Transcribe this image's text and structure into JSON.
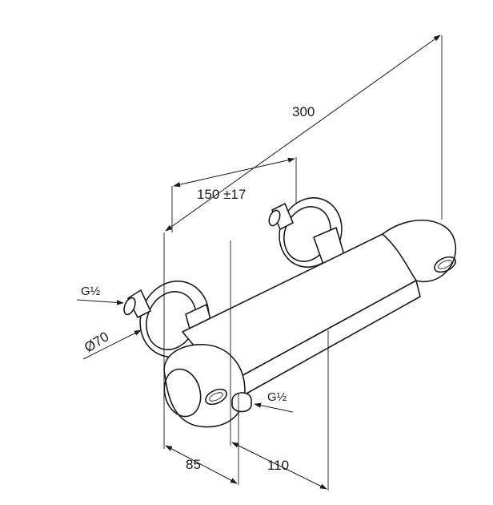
{
  "dimensions": {
    "overall_length": "300",
    "inlet_spacing": "150 ±17",
    "inlet_thread_left": "G½",
    "inlet_thread_right": "G½",
    "flange_diameter": "Ø70",
    "depth_front": "85",
    "depth_outlet": "110"
  }
}
